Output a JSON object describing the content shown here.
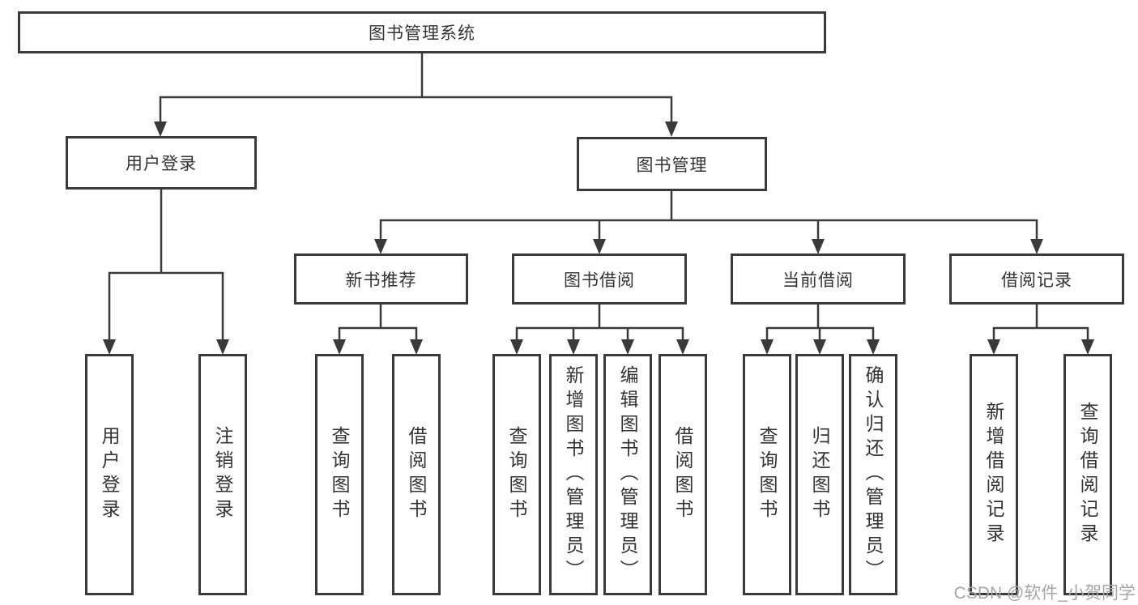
{
  "tree": {
    "label": "图书管理系统",
    "children": [
      {
        "label": "用户登录",
        "children": [
          {
            "label": "用户登录"
          },
          {
            "label": "注销登录"
          }
        ]
      },
      {
        "label": "图书管理",
        "children": [
          {
            "label": "新书推荐",
            "children": [
              {
                "label": "查询图书"
              },
              {
                "label": "借阅图书"
              }
            ]
          },
          {
            "label": "图书借阅",
            "children": [
              {
                "label": "查询图书"
              },
              {
                "label": "新增图书（管理员）"
              },
              {
                "label": "编辑图书（管理员）"
              },
              {
                "label": "借阅图书"
              }
            ]
          },
          {
            "label": "当前借阅",
            "children": [
              {
                "label": "查询图书"
              },
              {
                "label": "归还图书"
              },
              {
                "label": "确认归还（管理员）"
              }
            ]
          },
          {
            "label": "借阅记录",
            "children": [
              {
                "label": "新增借阅记录"
              },
              {
                "label": "查询借阅记录"
              }
            ]
          }
        ]
      }
    ]
  },
  "watermark": {
    "text": "CSDN @软件_小贺同学"
  },
  "colors": {
    "line": "#3a3a3a",
    "text": "#333333",
    "watermark": "#a6a6a6",
    "background": "#ffffff"
  }
}
